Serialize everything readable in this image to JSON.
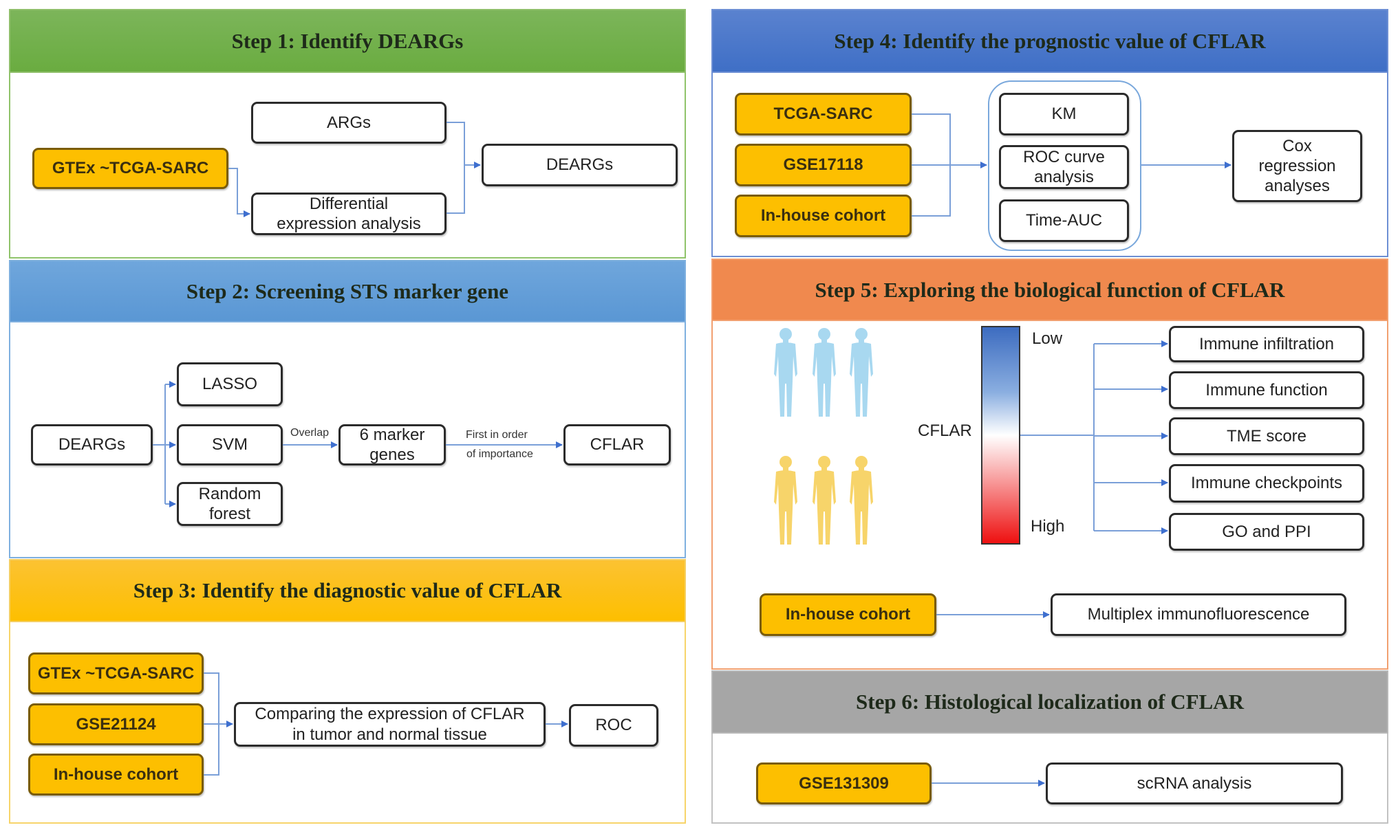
{
  "step1": {
    "title": "Step 1: Identify DEARGs",
    "header_color": "#72b046",
    "source": "GTEx ~TCGA-SARC",
    "args": "ARGs",
    "diff_line1": "Differential",
    "diff_line2": "expression analysis",
    "result": "DEARGs"
  },
  "step2": {
    "title": "Step 2: Screening STS marker gene",
    "header_color": "#5b9bd5",
    "input": "DEARGs",
    "methods": [
      "LASSO",
      "SVM",
      "Random forest"
    ],
    "overlap_label": "Overlap",
    "markers_line1": "6 marker",
    "markers_line2": "genes",
    "order_line1": "First in order",
    "order_line2": "of importance",
    "result": "CFLAR"
  },
  "step3": {
    "title": "Step 3: Identify the diagnostic value of CFLAR",
    "header_color": "#fdbf00",
    "sources": [
      "GTEx ~TCGA-SARC",
      "GSE21124",
      "In-house cohort"
    ],
    "compare_line1": "Comparing the expression of CFLAR",
    "compare_line2": "in tumor and normal tissue",
    "result": "ROC"
  },
  "step4": {
    "title": "Step 4: Identify the prognostic value of CFLAR",
    "header_color": "#4472c4",
    "sources": [
      "TCGA-SARC",
      "GSE17118",
      "In-house cohort"
    ],
    "analyses": [
      "KM",
      "ROC curve analysis",
      "Time-AUC"
    ],
    "result_line1": "Cox",
    "result_line2": "regression",
    "result_line3": "analyses"
  },
  "step5": {
    "title": "Step 5: Exploring the biological function of CFLAR",
    "header_color": "#f0894e",
    "gene_label": "CFLAR",
    "low_label": "Low",
    "high_label": "High",
    "outputs": [
      "Immune infiltration",
      "Immune function",
      "TME score",
      "Immune checkpoints",
      "GO and PPI"
    ],
    "cohort": "In-house cohort",
    "cohort_result": "Multiplex immunofluorescence",
    "low_group_color": "#a8d8f0",
    "high_group_color": "#f7d46a"
  },
  "step6": {
    "title": "Step 6: Histological localization of CFLAR",
    "header_color": "#a6a6a6",
    "source": "GSE131309",
    "result": "scRNA analysis"
  }
}
